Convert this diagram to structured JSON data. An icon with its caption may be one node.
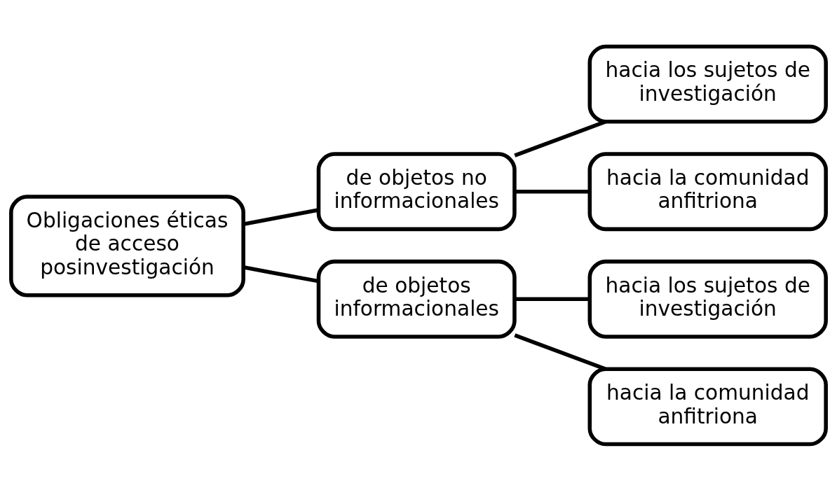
{
  "diagram": {
    "nodes": [
      {
        "text": [
          "Obligaciones éticas de acceso posinvestigación"
        ]
      },
      {
        "text": [
          "de objetos no informacionales"
        ]
      },
      {
        "text": [
          "hacia los sujetos de investigación"
        ]
      },
      {
        "text": [
          "hacia la comunidad anfitriona"
        ]
      },
      {
        "text": [
          "de objetos informacionales"
        ]
      },
      {
        "text": [
          "hacia los sujetos de investigación"
        ]
      },
      {
        "text": [
          "hacia la comunidad anfitriona"
        ]
      }
    ],
    "edges": [
      {
        "from": 0,
        "to": 1,
        "arrow": "none"
      },
      {
        "from": 1,
        "to": 2,
        "arrow": "none"
      },
      {
        "from": 1,
        "to": 3,
        "arrow": "none"
      },
      {
        "from": 0,
        "to": 4,
        "arrow": "none"
      },
      {
        "from": 4,
        "to": 5,
        "arrow": "none"
      },
      {
        "from": 4,
        "to": 6,
        "arrow": "none"
      }
    ]
  }
}
